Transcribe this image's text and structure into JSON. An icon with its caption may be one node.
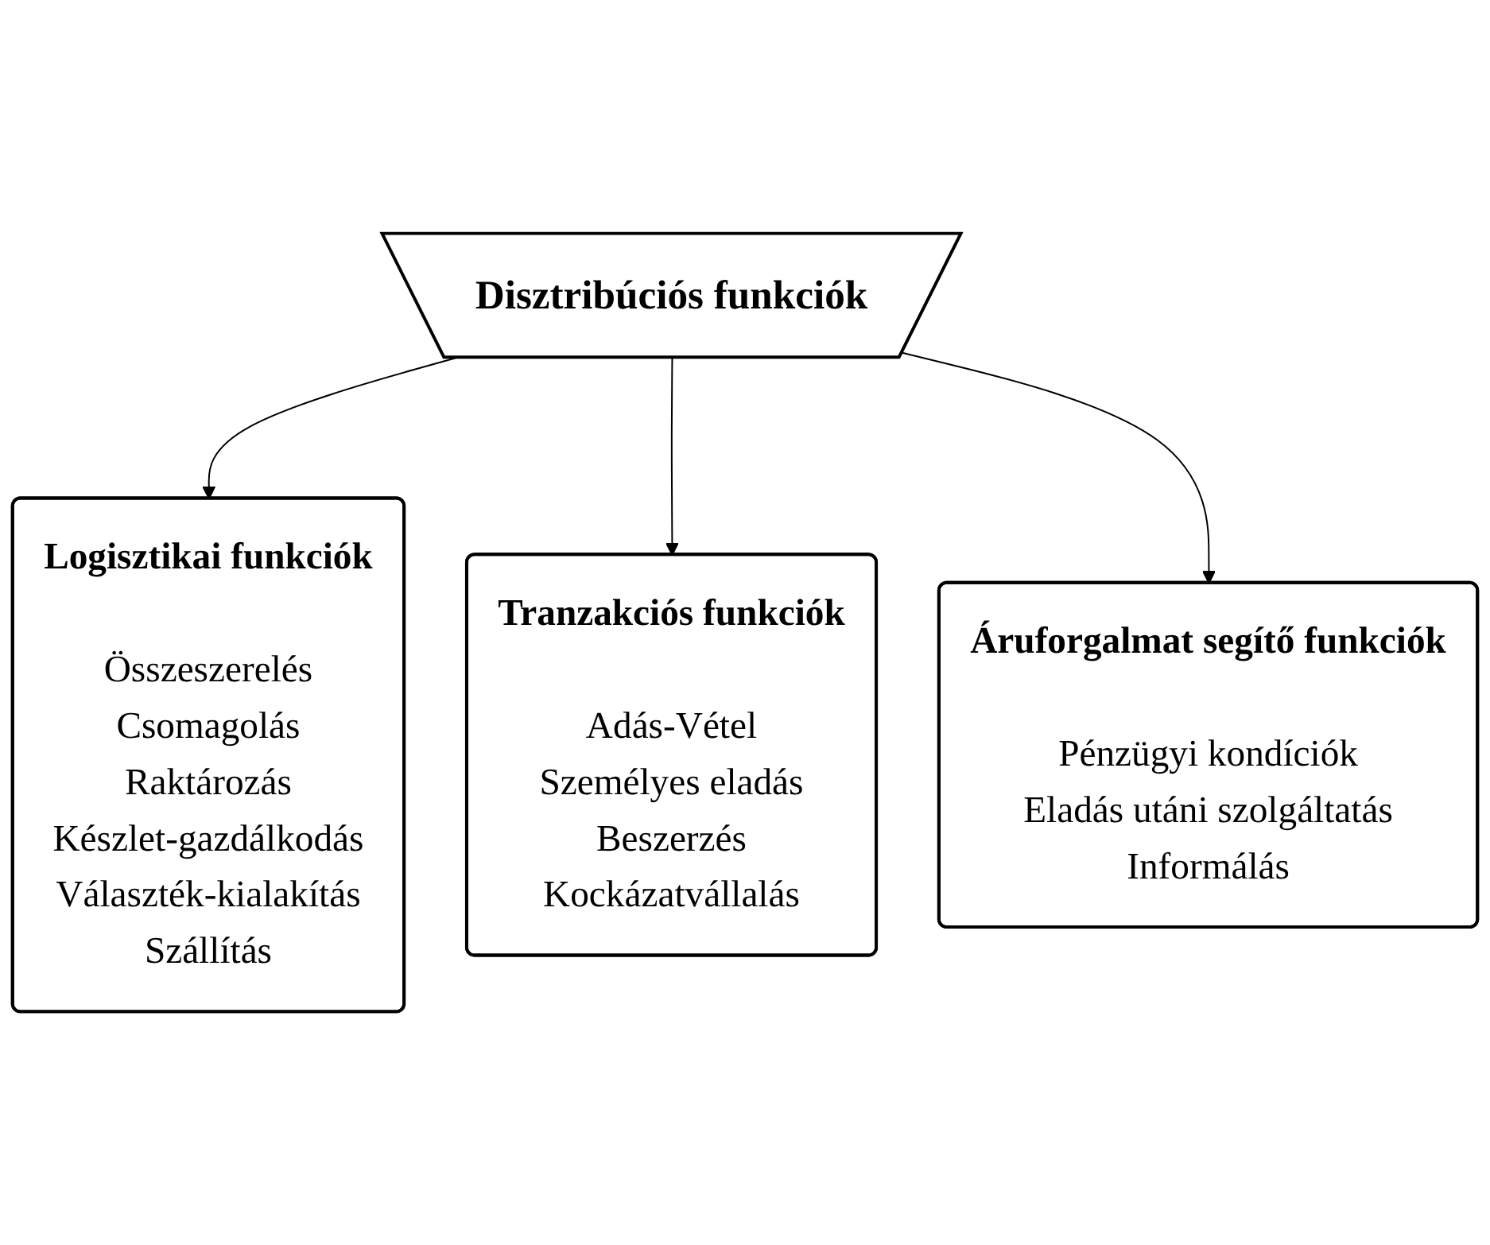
{
  "diagram": {
    "nodes": [
      {
        "text": [
          "Disztribúciós funkciók"
        ]
      },
      {
        "text": [
          "Logisztikai funkciók",
          "Összeszerelés",
          "Csomagolás",
          "Raktározás",
          "Készlet-gazdálkodás",
          "Választék-kialakítás",
          "Szállítás"
        ]
      },
      {
        "text": [
          "Tranzakciós funkciók",
          "Adás-Vétel",
          "Személyes eladás",
          "Beszerzés",
          "Kockázatvállalás"
        ]
      },
      {
        "text": [
          "Áruforgalmat segítő funkciók",
          "Pénzügyi kondíciók",
          "Eladás utáni szolgáltatás",
          "Informálás"
        ]
      }
    ],
    "edges": [
      {
        "from": 0,
        "to": 1,
        "arrow": "to"
      },
      {
        "from": 0,
        "to": 2,
        "arrow": "to"
      },
      {
        "from": 0,
        "to": 3,
        "arrow": "to"
      }
    ]
  }
}
